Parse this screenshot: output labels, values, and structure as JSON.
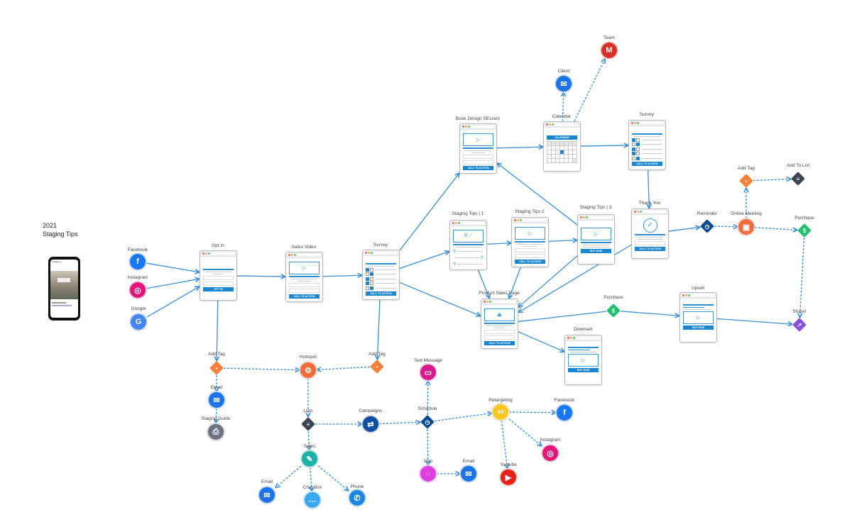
{
  "title": {
    "line1": "2021",
    "line2": "Staging Tips"
  },
  "phone_mockup": {
    "app": "Instagram"
  },
  "pages": [
    {
      "id": "optin",
      "label": "Opt In",
      "variant": "optin",
      "cta": "OPT IN"
    },
    {
      "id": "salesvideo",
      "label": "Sales Video",
      "variant": "video",
      "cta": "CALL TO ACTION"
    },
    {
      "id": "survey1",
      "label": "Survey",
      "variant": "survey",
      "cta": "CALL TO ACTION"
    },
    {
      "id": "bookdesign",
      "label": "Book Design SEssion",
      "variant": "video",
      "cta": "CALL TO ACTION"
    },
    {
      "id": "calendar",
      "label": "Calendar",
      "variant": "calendar",
      "cta": "CALENDAR"
    },
    {
      "id": "survey2",
      "label": "Survey",
      "variant": "survey",
      "cta": "CALL TO ACTION"
    },
    {
      "id": "st1",
      "label": "Staging Tips | 1",
      "variant": "people",
      "cta": ""
    },
    {
      "id": "st2",
      "label": "Staging Tips 2",
      "variant": "video",
      "cta": "CALL TO ACTION"
    },
    {
      "id": "st3",
      "label": "Staging Tips | 3",
      "variant": "buy",
      "cta": "BUY NOW"
    },
    {
      "id": "thankyou",
      "label": "Thank You",
      "variant": "check",
      "cta": "CALL TO ACTION"
    },
    {
      "id": "productsales",
      "label": "Product Sales Page",
      "variant": "image",
      "cta": "CALL TO ACTION"
    },
    {
      "id": "downsell",
      "label": "Downsell",
      "variant": "upsell",
      "cta": "BUY NOW"
    },
    {
      "id": "upsell",
      "label": "Upsell",
      "variant": "upsell",
      "cta": "BUY NOW"
    }
  ],
  "icons": [
    {
      "id": "facebook1",
      "label": "Facebook",
      "shape": "circle",
      "icon": "facebook-icon",
      "glyph": "f",
      "color": "#1877f2"
    },
    {
      "id": "instagram1",
      "label": "Instagram",
      "shape": "circle",
      "icon": "instagram-icon",
      "glyph": "◎",
      "color": "#e1157a"
    },
    {
      "id": "google",
      "label": "Google",
      "shape": "circle",
      "icon": "google-icon",
      "glyph": "G",
      "color": "#4285f4"
    },
    {
      "id": "team",
      "label": "Team",
      "shape": "circle",
      "icon": "gmail-icon",
      "glyph": "M",
      "color": "#d93025"
    },
    {
      "id": "client",
      "label": "Client",
      "shape": "circle",
      "icon": "email-icon",
      "glyph": "✉",
      "color": "#1a73e8"
    },
    {
      "id": "addtag1",
      "label": "Add Tag",
      "shape": "diamond",
      "icon": "tag-icon",
      "glyph": "▪",
      "color": "#f5813a"
    },
    {
      "id": "email1",
      "label": "Email",
      "shape": "circle",
      "icon": "email-icon",
      "glyph": "✉",
      "color": "#1a73e8"
    },
    {
      "id": "stagingguide",
      "label": "Staging Guide",
      "shape": "circle",
      "icon": "pdf-icon",
      "glyph": "⎙",
      "color": "#6b7380"
    },
    {
      "id": "hubspot",
      "label": "Hubspot",
      "shape": "circle",
      "icon": "hubspot-icon",
      "glyph": "⚙",
      "color": "#f26b3a"
    },
    {
      "id": "addtag2",
      "label": "Add Tag",
      "shape": "diamond",
      "icon": "tag-icon",
      "glyph": "▪",
      "color": "#f5813a"
    },
    {
      "id": "lists",
      "label": "Lists",
      "shape": "diamond",
      "icon": "list-icon",
      "glyph": "≡",
      "color": "#3d4552"
    },
    {
      "id": "campaigns",
      "label": "Campaigns",
      "shape": "circle",
      "icon": "signpost-icon",
      "glyph": "⇄",
      "color": "#0d4fa0"
    },
    {
      "id": "sales",
      "label": "Sales",
      "shape": "circle",
      "icon": "salesperson-icon",
      "glyph": "✎",
      "color": "#1bb3a6"
    },
    {
      "id": "email2",
      "label": "Email",
      "shape": "circle",
      "icon": "email-icon",
      "glyph": "✉",
      "color": "#1a73e8"
    },
    {
      "id": "chatbox",
      "label": "Chat Box",
      "shape": "circle",
      "icon": "chat-icon",
      "glyph": "…",
      "color": "#3aa8f0"
    },
    {
      "id": "phone",
      "label": "Phone",
      "shape": "circle",
      "icon": "phone-icon",
      "glyph": "✆",
      "color": "#1a86e0"
    },
    {
      "id": "textmessage",
      "label": "Text Message",
      "shape": "circle",
      "icon": "sms-icon",
      "glyph": "▭",
      "color": "#d81b8c"
    },
    {
      "id": "schedule",
      "label": "Schedule",
      "shape": "diamond",
      "icon": "clock-icon",
      "glyph": "◷",
      "color": "#0d4a94"
    },
    {
      "id": "drip",
      "label": "Drip",
      "shape": "circle",
      "icon": "drip-icon",
      "glyph": "◌",
      "color": "#e03de0"
    },
    {
      "id": "email3",
      "label": "Email",
      "shape": "circle",
      "icon": "email-icon",
      "glyph": "✉",
      "color": "#1a73e8"
    },
    {
      "id": "retargeting",
      "label": "Retargeting",
      "shape": "circle",
      "icon": "ad-icon",
      "glyph": "Ad",
      "color": "#f7c81e"
    },
    {
      "id": "facebook2",
      "label": "Facebook",
      "shape": "circle",
      "icon": "facebook-icon",
      "glyph": "f",
      "color": "#1877f2"
    },
    {
      "id": "instagram2",
      "label": "Instagram",
      "shape": "circle",
      "icon": "instagram-icon",
      "glyph": "◎",
      "color": "#e1157a"
    },
    {
      "id": "youtube",
      "label": "Youtube",
      "shape": "circle",
      "icon": "youtube-icon",
      "glyph": "▶",
      "color": "#e62117"
    },
    {
      "id": "purchase1",
      "label": "Purchase",
      "shape": "diamond",
      "icon": "dollar-icon",
      "glyph": "$",
      "color": "#1fc26b"
    },
    {
      "id": "reminder",
      "label": "Reminder",
      "shape": "diamond",
      "icon": "clock-icon",
      "glyph": "◷",
      "color": "#0d4a94"
    },
    {
      "id": "onlinemeeting",
      "label": "Online Meeting",
      "shape": "circle",
      "icon": "meeting-icon",
      "glyph": "▣",
      "color": "#f26b3a"
    },
    {
      "id": "addtag3",
      "label": "Add Tag",
      "shape": "diamond",
      "icon": "tag-icon",
      "glyph": "▪",
      "color": "#f5813a"
    },
    {
      "id": "addtolist",
      "label": "Add To List",
      "shape": "diamond",
      "icon": "list-icon",
      "glyph": "≡",
      "color": "#3d4552"
    },
    {
      "id": "purchase2",
      "label": "Purchase",
      "shape": "diamond",
      "icon": "dollar-icon",
      "glyph": "$",
      "color": "#1fc26b"
    },
    {
      "id": "share",
      "label": "Share!",
      "shape": "diamond",
      "icon": "share-icon",
      "glyph": "↗",
      "color": "#8b4fe0"
    }
  ],
  "edges": [
    {
      "from": "facebook1",
      "to": "optin",
      "style": "solid"
    },
    {
      "from": "instagram1",
      "to": "optin",
      "style": "solid"
    },
    {
      "from": "google",
      "to": "optin",
      "style": "solid"
    },
    {
      "from": "optin",
      "to": "salesvideo",
      "style": "solid"
    },
    {
      "from": "salesvideo",
      "to": "survey1",
      "style": "solid"
    },
    {
      "from": "survey1",
      "to": "bookdesign",
      "style": "solid"
    },
    {
      "from": "survey1",
      "to": "st1",
      "style": "solid"
    },
    {
      "from": "survey1",
      "to": "productsales",
      "style": "solid"
    },
    {
      "from": "bookdesign",
      "to": "calendar",
      "style": "solid"
    },
    {
      "from": "calendar",
      "to": "survey2",
      "style": "solid"
    },
    {
      "from": "survey2",
      "to": "thankyou",
      "style": "solid"
    },
    {
      "from": "st1",
      "to": "st2",
      "style": "solid"
    },
    {
      "from": "st2",
      "to": "st3",
      "style": "solid"
    },
    {
      "from": "st3",
      "to": "bookdesign",
      "style": "solid"
    },
    {
      "from": "st1",
      "to": "productsales",
      "style": "solid"
    },
    {
      "from": "st2",
      "to": "productsales",
      "style": "solid"
    },
    {
      "from": "st3",
      "to": "productsales",
      "style": "solid"
    },
    {
      "from": "thankyou",
      "to": "productsales",
      "style": "solid"
    },
    {
      "from": "thankyou",
      "to": "reminder",
      "style": "solid"
    },
    {
      "from": "productsales",
      "to": "purchase1",
      "style": "line"
    },
    {
      "from": "purchase1",
      "to": "upsell",
      "style": "solid"
    },
    {
      "from": "productsales",
      "to": "downsell",
      "style": "solid"
    },
    {
      "from": "upsell",
      "to": "share",
      "style": "solid"
    },
    {
      "from": "optin",
      "to": "addtag1",
      "style": "solid"
    },
    {
      "from": "survey1",
      "to": "addtag2",
      "style": "solid"
    },
    {
      "from": "calendar",
      "to": "client",
      "style": "dashed"
    },
    {
      "from": "calendar",
      "to": "team",
      "style": "dashed"
    },
    {
      "from": "addtag1",
      "to": "hubspot",
      "style": "dashed"
    },
    {
      "from": "addtag2",
      "to": "hubspot",
      "style": "dashed"
    },
    {
      "from": "addtag1",
      "to": "email1",
      "style": "dashed"
    },
    {
      "from": "email1",
      "to": "stagingguide",
      "style": "dashed"
    },
    {
      "from": "hubspot",
      "to": "lists",
      "style": "dashed"
    },
    {
      "from": "lists",
      "to": "campaigns",
      "style": "dashed"
    },
    {
      "from": "lists",
      "to": "sales",
      "style": "dashed"
    },
    {
      "from": "sales",
      "to": "email2",
      "style": "dashed"
    },
    {
      "from": "sales",
      "to": "chatbox",
      "style": "dashed"
    },
    {
      "from": "sales",
      "to": "phone",
      "style": "dashed"
    },
    {
      "from": "campaigns",
      "to": "schedule",
      "style": "dashed"
    },
    {
      "from": "schedule",
      "to": "textmessage",
      "style": "dashed"
    },
    {
      "from": "schedule",
      "to": "drip",
      "style": "dashed"
    },
    {
      "from": "drip",
      "to": "email3",
      "style": "dashed"
    },
    {
      "from": "schedule",
      "to": "retargeting",
      "style": "dashed"
    },
    {
      "from": "retargeting",
      "to": "facebook2",
      "style": "dashed"
    },
    {
      "from": "retargeting",
      "to": "instagram2",
      "style": "dashed"
    },
    {
      "from": "retargeting",
      "to": "youtube",
      "style": "dashed"
    },
    {
      "from": "reminder",
      "to": "onlinemeeting",
      "style": "dashed"
    },
    {
      "from": "onlinemeeting",
      "to": "addtag3",
      "style": "dashed"
    },
    {
      "from": "addtag3",
      "to": "addtolist",
      "style": "dashed"
    },
    {
      "from": "onlinemeeting",
      "to": "purchase2",
      "style": "dashed"
    },
    {
      "from": "purchase2",
      "to": "share",
      "style": "dashed"
    }
  ],
  "colors": {
    "edge": "#3a8fd6"
  }
}
